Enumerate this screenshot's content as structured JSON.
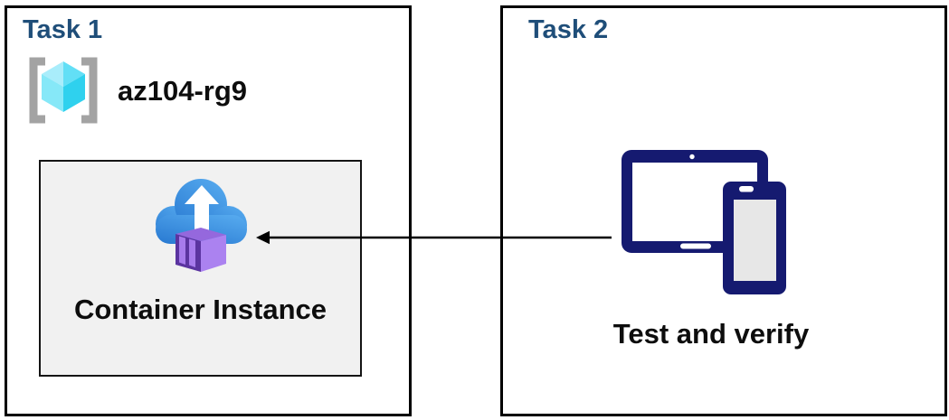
{
  "task1": {
    "title": "Task 1",
    "resource_group": {
      "name": "az104-rg9",
      "icon": "resource-group-icon"
    },
    "container_instance": {
      "label": "Container Instance",
      "icon": "container-instances-icon"
    }
  },
  "task2": {
    "title": "Task 2",
    "devices_label": "Test and verify",
    "icon": "devices-icon"
  },
  "arrow": {
    "from": "task2-devices",
    "to": "container-instance",
    "direction": "right-to-left"
  },
  "colors": {
    "title_blue": "#1F4E79",
    "outer_box_border": "#000000",
    "inner_box_fill": "#F1F1F1",
    "inner_box_border": "#141414",
    "device_navy": "#151A70",
    "cloud_blue_light": "#55A9EE",
    "cloud_blue_dark": "#2B7CD3",
    "container_purple_front": "#5B34A0",
    "container_purple_side": "#AB82F0",
    "container_purple_top": "#9568DD",
    "container_stripe": "#A77BEC",
    "cube_cyan_light": "#A9EDFB",
    "cube_cyan_mid": "#62DFF6",
    "cube_cyan": "#86E8F8",
    "cube_cyan_dark": "#2FD1EE",
    "bracket_gray": "#A3A3A3",
    "label_black": "#0D0D0D"
  }
}
